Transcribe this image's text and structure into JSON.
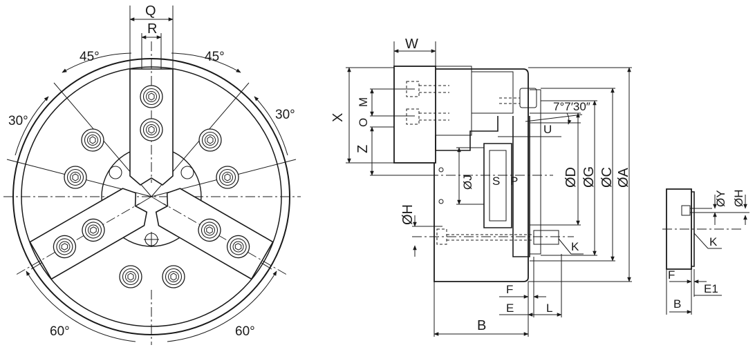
{
  "front_view": {
    "dims": {
      "q": "Q",
      "r": "R"
    },
    "angles": {
      "top_left": "45°",
      "top_right": "45°",
      "mid_left": "30°",
      "mid_right": "30°",
      "bottom_left": "60°",
      "bottom_right": "60°"
    }
  },
  "side_view": {
    "dims": {
      "w": "W",
      "x": "X",
      "o": "O",
      "m": "M",
      "z": "Z",
      "angle": "7°7′30″",
      "u": "U",
      "j": "ØJ",
      "s": "S",
      "p": "P",
      "d": "ØD",
      "g": "ØG",
      "c": "ØC",
      "a": "ØA",
      "h": "ØH",
      "k": "K",
      "f": "F",
      "e": "E",
      "l": "L",
      "b": "B"
    }
  },
  "detail_view": {
    "dims": {
      "y": "ØY",
      "h": "ØH",
      "k": "K",
      "f": "F",
      "e1": "E1",
      "b": "B"
    }
  }
}
